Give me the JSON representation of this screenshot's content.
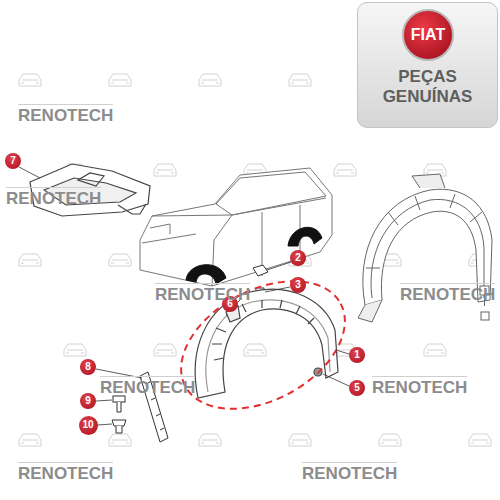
{
  "diagram": {
    "nodes": [
      {
        "text": [
          "PEÇAS GENUÍNAS"
        ]
      },
      {
        "text": [
          "FIAT"
        ],
        "in": 0
      },
      {
        "text": [
          "7"
        ]
      },
      {
        "text": [
          "2"
        ]
      },
      {
        "text": [
          "3"
        ]
      },
      {
        "text": [
          "6"
        ]
      },
      {
        "text": [
          "1"
        ]
      },
      {
        "text": [
          "8"
        ]
      },
      {
        "text": [
          "5"
        ]
      },
      {
        "text": [
          "9"
        ]
      },
      {
        "text": [
          "10"
        ]
      }
    ],
    "labels": [
      "RENOTECH",
      "RENOTECH",
      "RENOTECH",
      "RENOTECH",
      "RENOTECH",
      "RENOTECH",
      "RENOTECH",
      "RENOTECH"
    ]
  }
}
